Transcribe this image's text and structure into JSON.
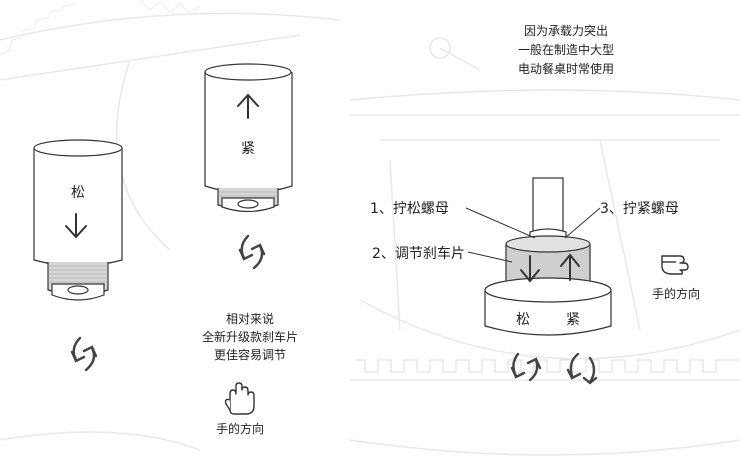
{
  "left": {
    "cylinder_loose_label": "松",
    "cylinder_tight_label": "紧",
    "caption_lines": [
      "相对来说",
      "全新升级款刹车片",
      "更佳容易调节"
    ],
    "hand_direction_label": "手的方向"
  },
  "right": {
    "caption_lines": [
      "因为承载力突出",
      "一般在制造中大型",
      "电动餐桌时常使用"
    ],
    "label_loosen_nut": "1、拧松螺母",
    "label_tighten_nut": "3、拧紧螺母",
    "label_adjust_pad": "2、调节刹车片",
    "base_label_loose": "松",
    "base_label_tight": "紧",
    "hand_direction_label": "手的方向"
  },
  "colors": {
    "line": "#333333",
    "faint": "#e6e6e6",
    "knurl": "#bdbdbd",
    "arrow": "#444444"
  },
  "icons": [
    "down-arrow-icon",
    "up-arrow-icon",
    "rotate-icon",
    "hand-icon"
  ]
}
